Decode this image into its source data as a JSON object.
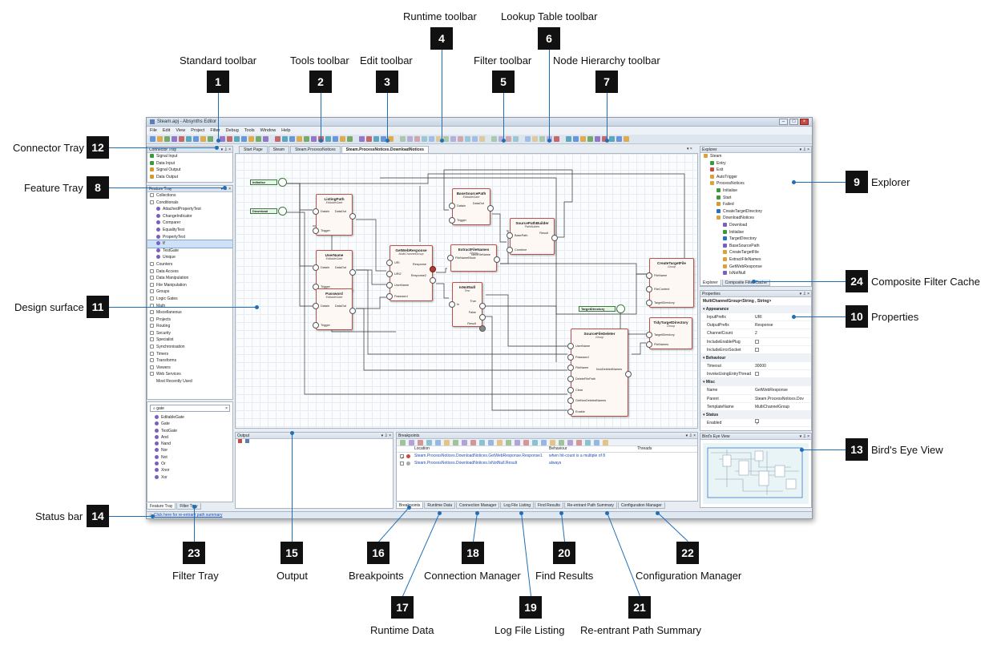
{
  "window": {
    "title": "Steam.apj - Absynths Editor",
    "menu": [
      "File",
      "Edit",
      "View",
      "Project",
      "Filter",
      "Debug",
      "Tools",
      "Window",
      "Help"
    ]
  },
  "callouts": [
    {
      "num": "1",
      "label": "Standard toolbar"
    },
    {
      "num": "2",
      "label": "Tools toolbar"
    },
    {
      "num": "3",
      "label": "Edit toolbar"
    },
    {
      "num": "4",
      "label": "Runtime toolbar"
    },
    {
      "num": "5",
      "label": "Filter toolbar"
    },
    {
      "num": "6",
      "label": "Lookup Table toolbar"
    },
    {
      "num": "7",
      "label": "Node Hierarchy toolbar"
    },
    {
      "num": "8",
      "label": "Feature Tray"
    },
    {
      "num": "9",
      "label": "Explorer"
    },
    {
      "num": "10",
      "label": "Properties"
    },
    {
      "num": "11",
      "label": "Design surface"
    },
    {
      "num": "12",
      "label": "Connector Tray"
    },
    {
      "num": "13",
      "label": "Bird's Eye View"
    },
    {
      "num": "14",
      "label": "Status bar"
    },
    {
      "num": "15",
      "label": "Output"
    },
    {
      "num": "16",
      "label": "Breakpoints"
    },
    {
      "num": "17",
      "label": "Runtime Data"
    },
    {
      "num": "18",
      "label": "Connection Manager"
    },
    {
      "num": "19",
      "label": "Log File Listing"
    },
    {
      "num": "20",
      "label": "Find Results"
    },
    {
      "num": "21",
      "label": "Re-entrant Path Summary"
    },
    {
      "num": "22",
      "label": "Configuration Manager"
    },
    {
      "num": "23",
      "label": "Filter Tray"
    },
    {
      "num": "24",
      "label": "Composite Filter Cache"
    }
  ],
  "connector_tray": {
    "title": "Connector Tray",
    "items": [
      "Signal Input",
      "Data Input",
      "Signal Output",
      "Data Output"
    ]
  },
  "feature_tray": {
    "title": "Feature Tray",
    "items": [
      "Collections",
      "Conditionals",
      "AttachedPropertyTest",
      "ChangeIndicator",
      "Comparer",
      "EqualityTest",
      "PropertyTest",
      "If",
      "TestGate",
      "Unique",
      "Counters",
      "Data Access",
      "Data Manipulation",
      "File Manipulation",
      "Groups",
      "Logic Gates",
      "Math",
      "Miscellaneous",
      "Projects",
      "Routing",
      "Security",
      "Specialist",
      "Synchronisation",
      "Timers",
      "Transforms",
      "Viewers",
      "Web Services",
      "Most Recently Used"
    ]
  },
  "filter_tray": {
    "search_value": "gate",
    "items": [
      "EditableGate",
      "Gate",
      "TestGate",
      "And",
      "Nand",
      "Nor",
      "Not",
      "Or",
      "Xnor",
      "Xor"
    ],
    "tabs": [
      "Feature Tray",
      "Filter Tray"
    ]
  },
  "document_tabs": [
    "Start Page",
    "Steam",
    "Steam.ProcessNotices",
    "Steam.ProcessNotices.DownloadNotices"
  ],
  "design": {
    "terminals": [
      "Initialise",
      "Download",
      "TargetDirectory"
    ],
    "nodes": [
      {
        "title": "ListingPath",
        "sub": "EditableGate",
        "ports": [
          "Datain",
          "DataOut",
          "Trigger"
        ]
      },
      {
        "title": "UserName",
        "sub": "EditableGate",
        "ports": [
          "Datain",
          "DataOut",
          "Trigger"
        ]
      },
      {
        "title": "Password",
        "sub": "EditableGate",
        "ports": [
          "Datain",
          "DataOut",
          "Trigger"
        ]
      },
      {
        "title": "GetWebResponse",
        "sub": "MultiChannelGroup",
        "ports": [
          "URI",
          "URI2",
          "UserName",
          "Password",
          "Response",
          "Response2"
        ]
      },
      {
        "title": "BaseSourcePath",
        "sub": "EditableGate",
        "ports": [
          "Datain",
          "DataOut",
          "Trigger"
        ]
      },
      {
        "title": "ExtractFileNames",
        "sub": "Group",
        "ports": [
          "FileNameBlock",
          "NextFileName"
        ]
      },
      {
        "title": "IsNotNull",
        "sub": "Test",
        "ports": [
          "In",
          "True",
          "False",
          "Result"
        ]
      },
      {
        "title": "SourcePathBuilder",
        "sub": "PathBuilder",
        "ports": [
          "BasePath",
          "Combine",
          "Result"
        ]
      },
      {
        "title": "SourceFileDeleter",
        "sub": "Group",
        "ports": [
          "UserName",
          "Password",
          "FileName",
          "DeleteFilePath",
          "Clear",
          "GetNonDeletedNames",
          "Enable",
          "NonDeletedNames"
        ]
      },
      {
        "title": "CreateTargetFile",
        "sub": "Group",
        "ports": [
          "FileName",
          "FileContent",
          "TargetDirectory"
        ]
      },
      {
        "title": "TidyTargetDirectory",
        "sub": "Group",
        "ports": [
          "TargetDirectory",
          "FileNames"
        ]
      }
    ]
  },
  "explorer": {
    "title": "Explorer",
    "items": [
      "Steam",
      "Entry",
      "Exit",
      "AutoTrigger",
      "ProcessNotices",
      "Initialise",
      "Start",
      "Failed",
      "CreateTargetDirectory",
      "DownloadNotices",
      "Download",
      "Initialise",
      "TargetDirectory",
      "BaseSourcePath",
      "CreateTargetFile",
      "ExtractFileNames",
      "GetWebResponse",
      "IsNotNull"
    ],
    "tabs": [
      "Explorer",
      "Composite Filter Cache"
    ]
  },
  "properties": {
    "title": "Properties",
    "object": "MultiChannelGroup<String , String>",
    "categories": [
      {
        "name": "Appearance",
        "rows": [
          [
            "InputPrefix",
            "URI"
          ],
          [
            "OutputPrefix",
            "Response"
          ],
          [
            "ChannelCount",
            "2"
          ],
          [
            "IncludeEnablePlug",
            ""
          ],
          [
            "IncludeErrorSocket",
            ""
          ]
        ]
      },
      {
        "name": "Behaviour",
        "rows": [
          [
            "Timeout",
            "30000"
          ],
          [
            "InvokeUsingEntryThread",
            ""
          ]
        ]
      },
      {
        "name": "Misc",
        "rows": [
          [
            "Name",
            "GetWebResponse"
          ],
          [
            "Parent",
            "Steam.ProcessNotices.Dov"
          ],
          [
            "TemplateName",
            "MultiChannelGroup"
          ]
        ]
      },
      {
        "name": "Status",
        "rows": [
          [
            "Enabled",
            ""
          ]
        ]
      }
    ]
  },
  "birds_eye": {
    "title": "Bird's Eye View"
  },
  "output": {
    "title": "Output"
  },
  "breakpoints": {
    "title": "Breakpoints",
    "columns": [
      "Location",
      "Behaviour",
      "Threads"
    ],
    "rows": [
      [
        "Steam.ProcessNotices.DownloadNotices.GetWebResponse.Response1",
        "when hit-count is a multiple of 8",
        ""
      ],
      [
        "Steam.ProcessNotices.DownloadNotices.IsNotNull.Result",
        "always",
        ""
      ]
    ]
  },
  "bottom_tabs": [
    "Breakpoints",
    "Runtime Data",
    "Connection Manager",
    "Log File Listing",
    "Find Results",
    "Re-entrant Path Summary",
    "Configuration Manager"
  ],
  "status": {
    "text": "Click here for re-entrant path summary"
  },
  "colors": {
    "callout_line": "#1f6fb8",
    "badge": "#111111",
    "node_border": "#b9524e"
  }
}
